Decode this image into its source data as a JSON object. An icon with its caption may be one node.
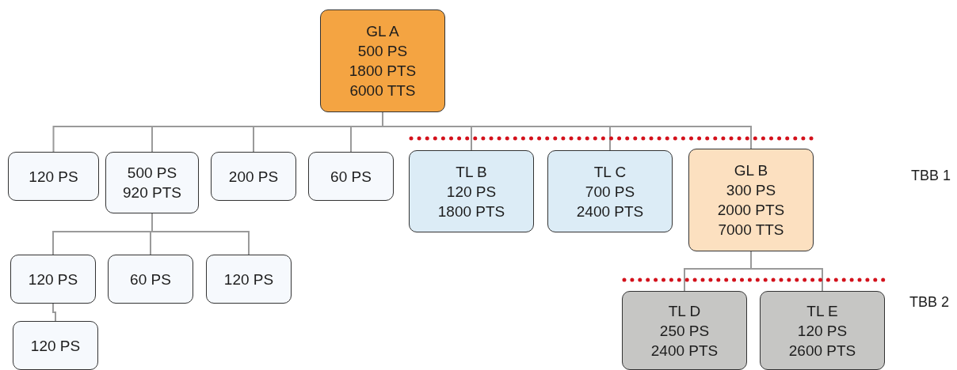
{
  "diagram": {
    "nodes": [
      {
        "text": [
          "GL A",
          "500 PS",
          "1800 PTS",
          "6000 TTS"
        ]
      },
      {
        "text": [
          "120 PS"
        ]
      },
      {
        "text": [
          "500 PS",
          "920 PTS"
        ]
      },
      {
        "text": [
          "200 PS"
        ]
      },
      {
        "text": [
          "60 PS"
        ]
      },
      {
        "text": [
          "TL B",
          "120 PS",
          "1800 PTS"
        ]
      },
      {
        "text": [
          "TL C",
          "700 PS",
          "2400 PTS"
        ]
      },
      {
        "text": [
          "GL B",
          "300 PS",
          "2000 PTS",
          "7000 TTS"
        ]
      },
      {
        "text": [
          "120 PS"
        ]
      },
      {
        "text": [
          "60 PS"
        ]
      },
      {
        "text": [
          "120 PS"
        ]
      },
      {
        "text": [
          "120 PS"
        ]
      },
      {
        "text": [
          "TL D",
          "250 PS",
          "2400 PTS"
        ]
      },
      {
        "text": [
          "TL E",
          "120 PS",
          "2600 PTS"
        ]
      }
    ],
    "edges": [
      {
        "from": 0,
        "to": 1,
        "arrow": "none"
      },
      {
        "from": 0,
        "to": 2,
        "arrow": "none"
      },
      {
        "from": 0,
        "to": 3,
        "arrow": "none"
      },
      {
        "from": 0,
        "to": 4,
        "arrow": "none"
      },
      {
        "from": 0,
        "to": 5,
        "arrow": "none"
      },
      {
        "from": 0,
        "to": 6,
        "arrow": "none"
      },
      {
        "from": 0,
        "to": 7,
        "arrow": "none"
      },
      {
        "from": 2,
        "to": 8,
        "arrow": "none"
      },
      {
        "from": 2,
        "to": 9,
        "arrow": "none"
      },
      {
        "from": 2,
        "to": 10,
        "arrow": "none"
      },
      {
        "from": 8,
        "to": 11,
        "arrow": "none"
      },
      {
        "from": 7,
        "to": 12,
        "arrow": "none"
      },
      {
        "from": 7,
        "to": 13,
        "arrow": "none"
      }
    ],
    "labels": [
      "TBB 1",
      "TBB 2"
    ]
  }
}
